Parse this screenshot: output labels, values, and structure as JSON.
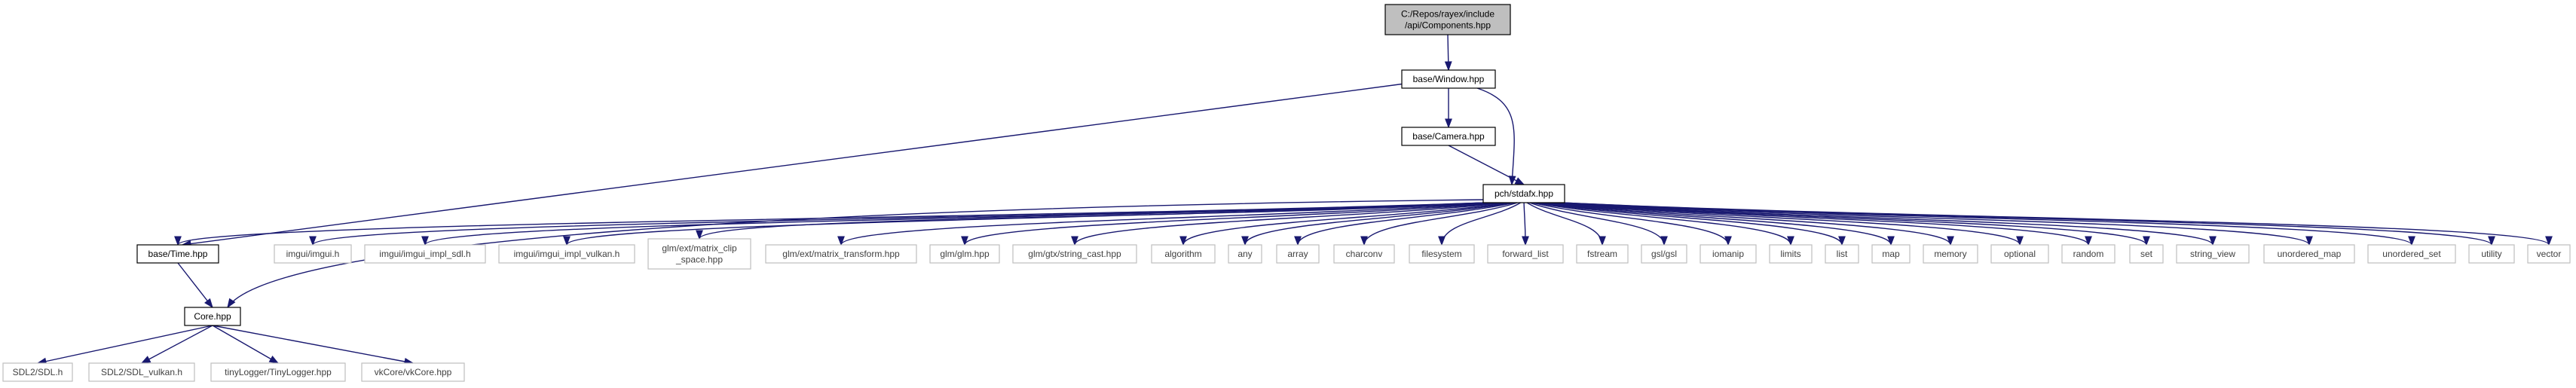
{
  "colors": {
    "edge": "#191970",
    "root_fill": "#bfbfbf",
    "node_border": "#000000",
    "external_border": "#bfbfbf",
    "background": "#ffffff"
  },
  "nodes": {
    "components": {
      "lines": [
        "C:/Repos/rayex/include",
        "/api/Components.hpp"
      ]
    },
    "window": {
      "lines": [
        "base/Window.hpp"
      ]
    },
    "camera": {
      "lines": [
        "base/Camera.hpp"
      ]
    },
    "stdafx": {
      "lines": [
        "pch/stdafx.hpp"
      ]
    },
    "time": {
      "lines": [
        "base/Time.hpp"
      ]
    },
    "core": {
      "lines": [
        "Core.hpp"
      ]
    },
    "imgui": {
      "lines": [
        "imgui/imgui.h"
      ]
    },
    "imgui_sdl": {
      "lines": [
        "imgui/imgui_impl_sdl.h"
      ]
    },
    "imgui_vulkan": {
      "lines": [
        "imgui/imgui_impl_vulkan.h"
      ]
    },
    "matrix_clip": {
      "lines": [
        "glm/ext/matrix_clip",
        "_space.hpp"
      ]
    },
    "matrix_transform": {
      "lines": [
        "glm/ext/matrix_transform.hpp"
      ]
    },
    "glm": {
      "lines": [
        "glm/glm.hpp"
      ]
    },
    "string_cast": {
      "lines": [
        "glm/gtx/string_cast.hpp"
      ]
    },
    "algorithm": {
      "lines": [
        "algorithm"
      ]
    },
    "any": {
      "lines": [
        "any"
      ]
    },
    "array": {
      "lines": [
        "array"
      ]
    },
    "charconv": {
      "lines": [
        "charconv"
      ]
    },
    "filesystem": {
      "lines": [
        "filesystem"
      ]
    },
    "forward_list": {
      "lines": [
        "forward_list"
      ]
    },
    "fstream": {
      "lines": [
        "fstream"
      ]
    },
    "gsl": {
      "lines": [
        "gsl/gsl"
      ]
    },
    "iomanip": {
      "lines": [
        "iomanip"
      ]
    },
    "limits": {
      "lines": [
        "limits"
      ]
    },
    "list": {
      "lines": [
        "list"
      ]
    },
    "map": {
      "lines": [
        "map"
      ]
    },
    "memory": {
      "lines": [
        "memory"
      ]
    },
    "optional": {
      "lines": [
        "optional"
      ]
    },
    "random": {
      "lines": [
        "random"
      ]
    },
    "set": {
      "lines": [
        "set"
      ]
    },
    "string_view": {
      "lines": [
        "string_view"
      ]
    },
    "unordered_map": {
      "lines": [
        "unordered_map"
      ]
    },
    "unordered_set": {
      "lines": [
        "unordered_set"
      ]
    },
    "utility": {
      "lines": [
        "utility"
      ]
    },
    "vector": {
      "lines": [
        "vector"
      ]
    },
    "sdl": {
      "lines": [
        "SDL2/SDL.h"
      ]
    },
    "sdl_vulkan": {
      "lines": [
        "SDL2/SDL_vulkan.h"
      ]
    },
    "tinylogger": {
      "lines": [
        "tinyLogger/TinyLogger.hpp"
      ]
    },
    "vkcore": {
      "lines": [
        "vkCore/vkCore.hpp"
      ]
    }
  },
  "edges": [
    [
      "components",
      "window"
    ],
    [
      "window",
      "camera"
    ],
    [
      "window",
      "stdafx"
    ],
    [
      "window",
      "time"
    ],
    [
      "camera",
      "stdafx"
    ],
    [
      "stdafx",
      "time"
    ],
    [
      "stdafx",
      "core"
    ],
    [
      "stdafx",
      "imgui"
    ],
    [
      "stdafx",
      "imgui_sdl"
    ],
    [
      "stdafx",
      "imgui_vulkan"
    ],
    [
      "stdafx",
      "matrix_clip"
    ],
    [
      "stdafx",
      "matrix_transform"
    ],
    [
      "stdafx",
      "glm"
    ],
    [
      "stdafx",
      "string_cast"
    ],
    [
      "stdafx",
      "algorithm"
    ],
    [
      "stdafx",
      "any"
    ],
    [
      "stdafx",
      "array"
    ],
    [
      "stdafx",
      "charconv"
    ],
    [
      "stdafx",
      "filesystem"
    ],
    [
      "stdafx",
      "forward_list"
    ],
    [
      "stdafx",
      "fstream"
    ],
    [
      "stdafx",
      "gsl"
    ],
    [
      "stdafx",
      "iomanip"
    ],
    [
      "stdafx",
      "limits"
    ],
    [
      "stdafx",
      "list"
    ],
    [
      "stdafx",
      "map"
    ],
    [
      "stdafx",
      "memory"
    ],
    [
      "stdafx",
      "optional"
    ],
    [
      "stdafx",
      "random"
    ],
    [
      "stdafx",
      "set"
    ],
    [
      "stdafx",
      "string_view"
    ],
    [
      "stdafx",
      "unordered_map"
    ],
    [
      "stdafx",
      "unordered_set"
    ],
    [
      "stdafx",
      "utility"
    ],
    [
      "stdafx",
      "vector"
    ],
    [
      "time",
      "core"
    ],
    [
      "core",
      "sdl"
    ],
    [
      "core",
      "sdl_vulkan"
    ],
    [
      "core",
      "tinylogger"
    ],
    [
      "core",
      "vkcore"
    ]
  ]
}
